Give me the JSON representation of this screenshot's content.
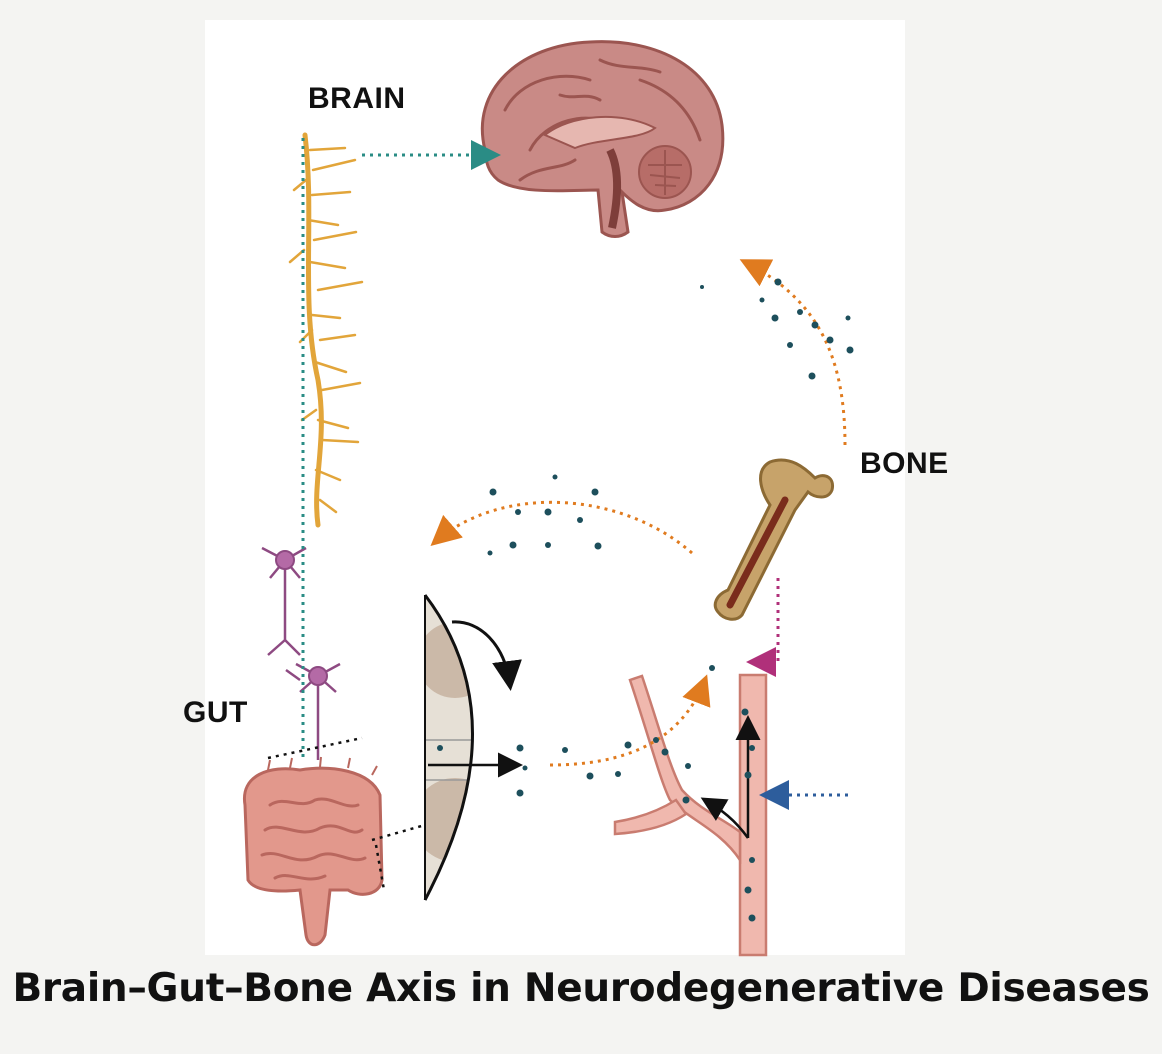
{
  "labels": {
    "brain": "BRAIN",
    "bone": "BONE",
    "gut": "GUT"
  },
  "title": "Brain–Gut–Bone Axis in Neurodegenerative Diseases",
  "colors": {
    "background": "#f4f4f2",
    "panel": "#ffffff",
    "brain": "#c98a86",
    "brain_dark": "#9b5550",
    "nerve": "#e2a53a",
    "neuron": "#8e4a82",
    "gut": "#e2988c",
    "gut_dark": "#b9675e",
    "bone": "#b08a4e",
    "marrow": "#7a2c1c",
    "vessel": "#f0b8ae",
    "vessel_dark": "#c97c70",
    "particle": "#1d4f5c",
    "arrow_teal": "#2a8c85",
    "arrow_orange": "#e07b1f",
    "arrow_magenta": "#b0307a",
    "arrow_blue": "#2d5d9c",
    "arrow_black": "#111111"
  }
}
